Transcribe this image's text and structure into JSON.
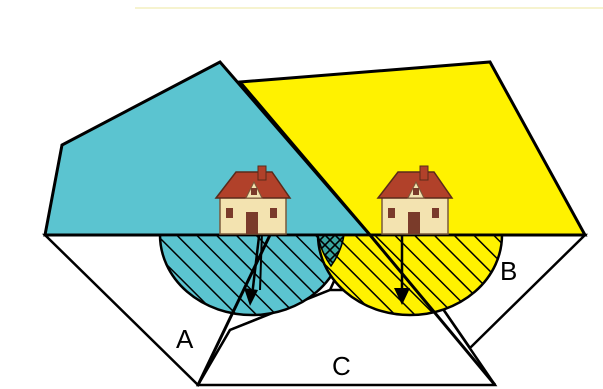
{
  "labels": {
    "region_a": "A",
    "region_b": "B",
    "region_c": "C"
  },
  "colors": {
    "region_left": "#5bc4d0",
    "region_right": "#fff200",
    "hatch_left_bg": "#5bc4d0",
    "hatch_right_bg": "#fff200",
    "hatch_overlap_bg": "#3aa6a0",
    "outline": "#000000",
    "top_rule": "#f6f3cf",
    "house_wall": "#f3e3b0",
    "house_roof": "#b1412a",
    "house_window": "#7a3b2a"
  },
  "icons": {
    "house_left": "house-icon",
    "house_right": "house-icon",
    "arrow_left": "arrow-down-icon",
    "arrow_right": "arrow-down-icon"
  }
}
